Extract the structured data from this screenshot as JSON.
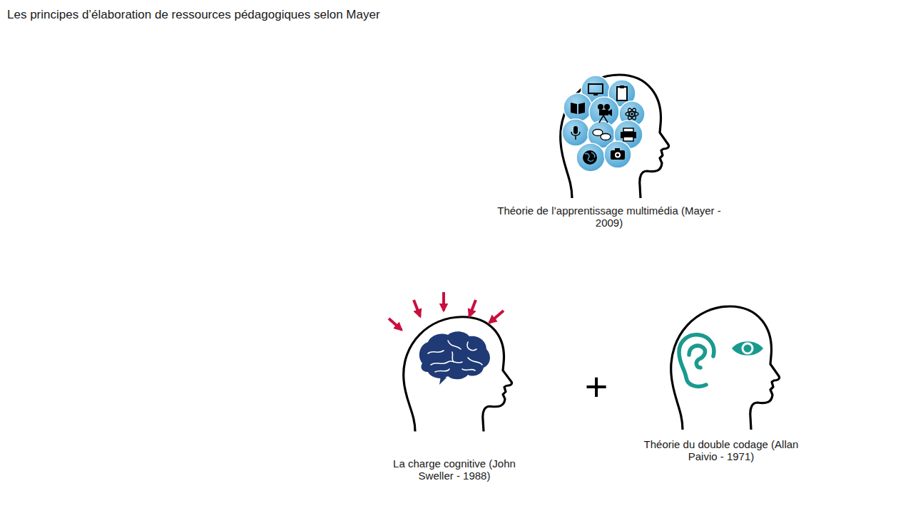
{
  "diagram": {
    "title": "Les principes d’élaboration de ressources pédagogiques selon Mayer",
    "nodes": [
      {
        "text": [
          "Théorie de l’apprentissage multimédia (Mayer - 2009)"
        ]
      },
      {
        "text": [
          "La charge cognitive (John Sweller - 1988)"
        ]
      },
      {
        "text": [
          "Théorie du double codage (Allan Paivio - 1971)"
        ]
      }
    ],
    "labels": [
      "+"
    ]
  }
}
